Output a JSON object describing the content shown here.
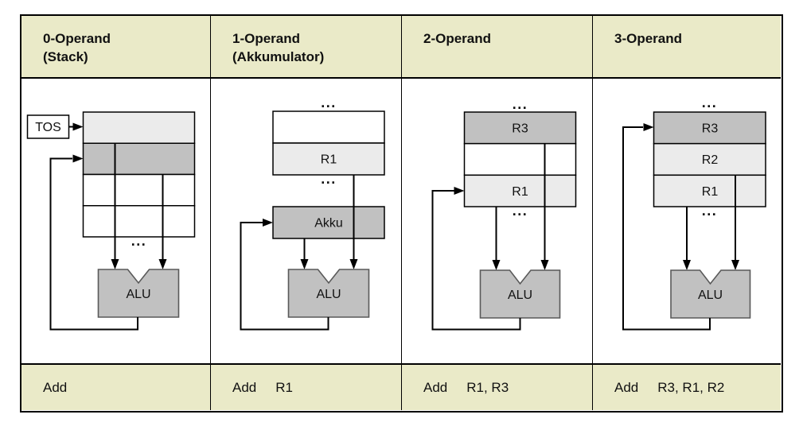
{
  "colors": {
    "header_bg": "#eaeac8",
    "register_light": "#ebebeb",
    "register_dark": "#c1c1c1",
    "alu_fill": "#c1c1c1",
    "line": "#000000"
  },
  "columns": [
    {
      "header": {
        "line1": "0-Operand",
        "line2": "(Stack)"
      },
      "tos_label": "TOS",
      "stack_cells": [
        {
          "label": "",
          "shade": "light"
        },
        {
          "label": "",
          "shade": "dark"
        },
        {
          "label": "",
          "shade": "white"
        },
        {
          "label": "",
          "shade": "white"
        }
      ],
      "dots_bottom": "...",
      "alu_label": "ALU",
      "instruction": {
        "mnemonic": "Add",
        "operands": ""
      }
    },
    {
      "header": {
        "line1": "1-Operand",
        "line2": "(Akkumulator)"
      },
      "dots_top": "...",
      "stack_cells": [
        {
          "label": "",
          "shade": "white"
        },
        {
          "label": "R1",
          "shade": "light"
        }
      ],
      "dots_mid": "...",
      "accumulator_label": "Akku",
      "alu_label": "ALU",
      "instruction": {
        "mnemonic": "Add",
        "operands": "R1"
      }
    },
    {
      "header": {
        "line1": "2-Operand",
        "line2": ""
      },
      "dots_top": "...",
      "stack_cells": [
        {
          "label": "R3",
          "shade": "dark"
        },
        {
          "label": "",
          "shade": "white"
        },
        {
          "label": "R1",
          "shade": "light"
        }
      ],
      "dots_bottom": "...",
      "alu_label": "ALU",
      "instruction": {
        "mnemonic": "Add",
        "operands": "R1, R3"
      }
    },
    {
      "header": {
        "line1": "3-Operand",
        "line2": ""
      },
      "dots_top": "...",
      "stack_cells": [
        {
          "label": "R3",
          "shade": "dark"
        },
        {
          "label": "R2",
          "shade": "light"
        },
        {
          "label": "R1",
          "shade": "light"
        }
      ],
      "dots_bottom": "...",
      "alu_label": "ALU",
      "instruction": {
        "mnemonic": "Add",
        "operands": "R3, R1, R2"
      }
    }
  ]
}
